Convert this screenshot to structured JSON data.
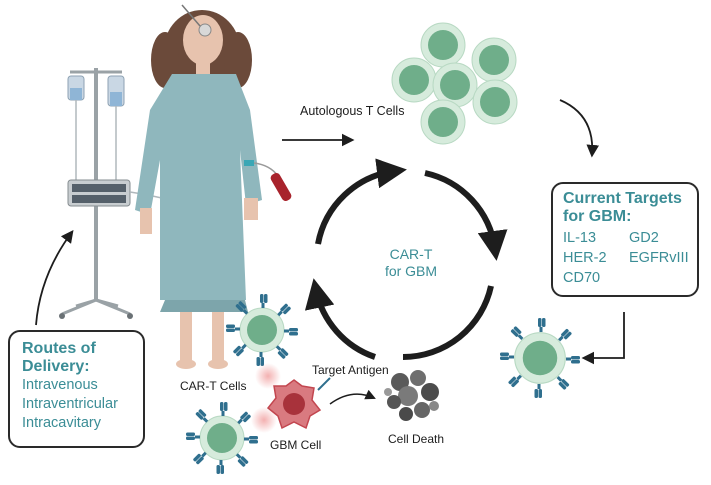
{
  "labels": {
    "autologous": "Autologous T Cells",
    "cart_center_line1": "CAR-T",
    "cart_center_line2": "for GBM",
    "cart_cells": "CAR-T Cells",
    "target_antigen": "Target Antigen",
    "gbm_cell": "GBM Cell",
    "cell_death": "Cell Death"
  },
  "targets_box": {
    "title_line1": "Current Targets",
    "title_line2": "for GBM:",
    "items": [
      "IL-13",
      "GD2",
      "HER-2",
      "EGFRvIII",
      "CD70"
    ]
  },
  "routes_box": {
    "title_line1": "Routes of",
    "title_line2": "Delivery:",
    "items": [
      "Intravenous",
      "Intraventricular",
      "Intracavitary"
    ]
  },
  "colors": {
    "teal_text": "#3b8d96",
    "cell_green": "#6fae8a",
    "cell_light": "#cfe7d7",
    "receptor_blue": "#2f6f8e",
    "tumor_red": "#c2464f",
    "gown": "#8fb7bd",
    "skin": "#e7c3ae",
    "hair": "#6b4a3a"
  },
  "icons": [
    "iv-pole-icon",
    "patient-icon",
    "t-cell-icon",
    "car-t-cell-icon",
    "gbm-cell-icon",
    "cell-death-icon"
  ]
}
